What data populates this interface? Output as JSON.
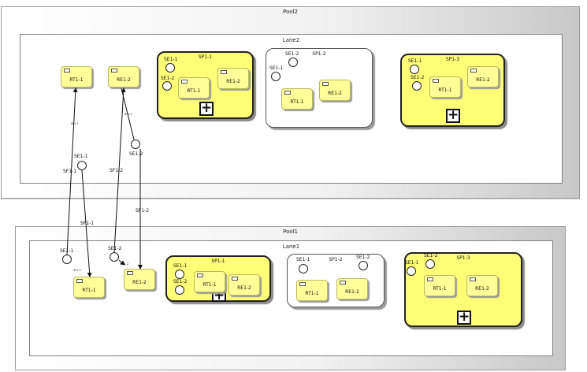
{
  "pools": {
    "pool2": {
      "title": "Pool2",
      "lane_title": "Lane2"
    },
    "pool1": {
      "title": "Pool1",
      "lane_title": "Lane1"
    }
  },
  "nodes": {
    "rt1": "RT1-1",
    "re1": "RE1-2",
    "se1_1": "SE1-1",
    "se1_2": "SE1-2",
    "sp1_1": "SP1-1",
    "sp1_2": "SP1-2",
    "sp1_3": "SP1-3"
  },
  "flows": {
    "sf1_1": "SF1-1",
    "sf1_2": "SF1-2",
    "sf1_1_small": "SF1-1",
    "sf1_2_small": "SF1-2"
  },
  "icons": {
    "expand": "+"
  },
  "colors": {
    "task_fill": "#ffff99",
    "subprocess_fill": "#ffff77",
    "pool_fill": "#d4d4d4"
  }
}
